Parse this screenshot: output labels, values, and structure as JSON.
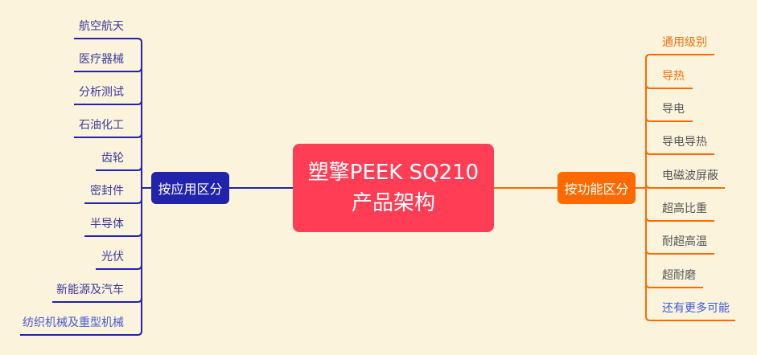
{
  "root": {
    "line1": "塑擎PEEK SQ210",
    "line2": "产品架构",
    "color": "#ff3d55"
  },
  "left_branch": {
    "label": "按应用区分",
    "color": "#2222aa",
    "items": [
      {
        "label": "航空航天",
        "color": "#3a3a9a"
      },
      {
        "label": "医疗器械",
        "color": "#3a3a9a"
      },
      {
        "label": "分析测试",
        "color": "#3a3a9a"
      },
      {
        "label": "石油化工",
        "color": "#3a3a9a"
      },
      {
        "label": "齿轮",
        "color": "#3a3a9a"
      },
      {
        "label": "密封件",
        "color": "#3a3a9a"
      },
      {
        "label": "半导体",
        "color": "#3a3a9a"
      },
      {
        "label": "光伏",
        "color": "#3a3a9a"
      },
      {
        "label": "新能源及汽车",
        "color": "#3a3a9a"
      },
      {
        "label": "纺织机械及重型机械",
        "color": "#4a5ad0"
      }
    ]
  },
  "right_branch": {
    "label": "按功能区分",
    "color": "#ff6a00",
    "items": [
      {
        "label": "通用级别",
        "color": "#f07010"
      },
      {
        "label": "导热",
        "color": "#f07010"
      },
      {
        "label": "导电",
        "color": "#555555"
      },
      {
        "label": "导电导热",
        "color": "#555555"
      },
      {
        "label": "电磁波屏蔽",
        "color": "#555555"
      },
      {
        "label": "超高比重",
        "color": "#555555"
      },
      {
        "label": "耐超高温",
        "color": "#555555"
      },
      {
        "label": "超耐磨",
        "color": "#555555"
      },
      {
        "label": "还有更多可能",
        "color": "#3a5ad8"
      }
    ]
  }
}
